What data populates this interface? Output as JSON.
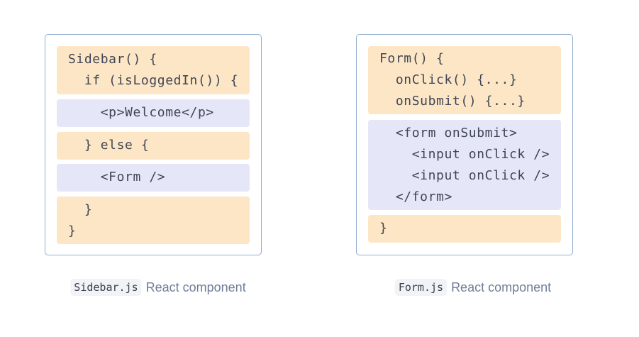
{
  "colors": {
    "logic": "#fde6c6",
    "markup": "#e5e7f8",
    "border": "#91acd1"
  },
  "sidebar": {
    "file": "Sidebar.js",
    "label": "React component",
    "blocks": [
      {
        "kind": "logic",
        "lines": [
          "Sidebar() {",
          "  if (isLoggedIn()) {"
        ]
      },
      {
        "kind": "markup",
        "lines": [
          "    <p>Welcome</p>"
        ]
      },
      {
        "kind": "logic",
        "lines": [
          "  } else {"
        ]
      },
      {
        "kind": "markup",
        "lines": [
          "    <Form />"
        ]
      },
      {
        "kind": "logic",
        "lines": [
          "  }",
          "}"
        ]
      }
    ]
  },
  "form": {
    "file": "Form.js",
    "label": "React component",
    "blocks": [
      {
        "kind": "logic",
        "lines": [
          "Form() {",
          "  onClick() {...}",
          "  onSubmit() {...}"
        ]
      },
      {
        "kind": "markup",
        "lines": [
          "  <form onSubmit>",
          "    <input onClick />",
          "    <input onClick />",
          "  </form>"
        ]
      },
      {
        "kind": "logic",
        "lines": [
          "}"
        ]
      }
    ]
  }
}
